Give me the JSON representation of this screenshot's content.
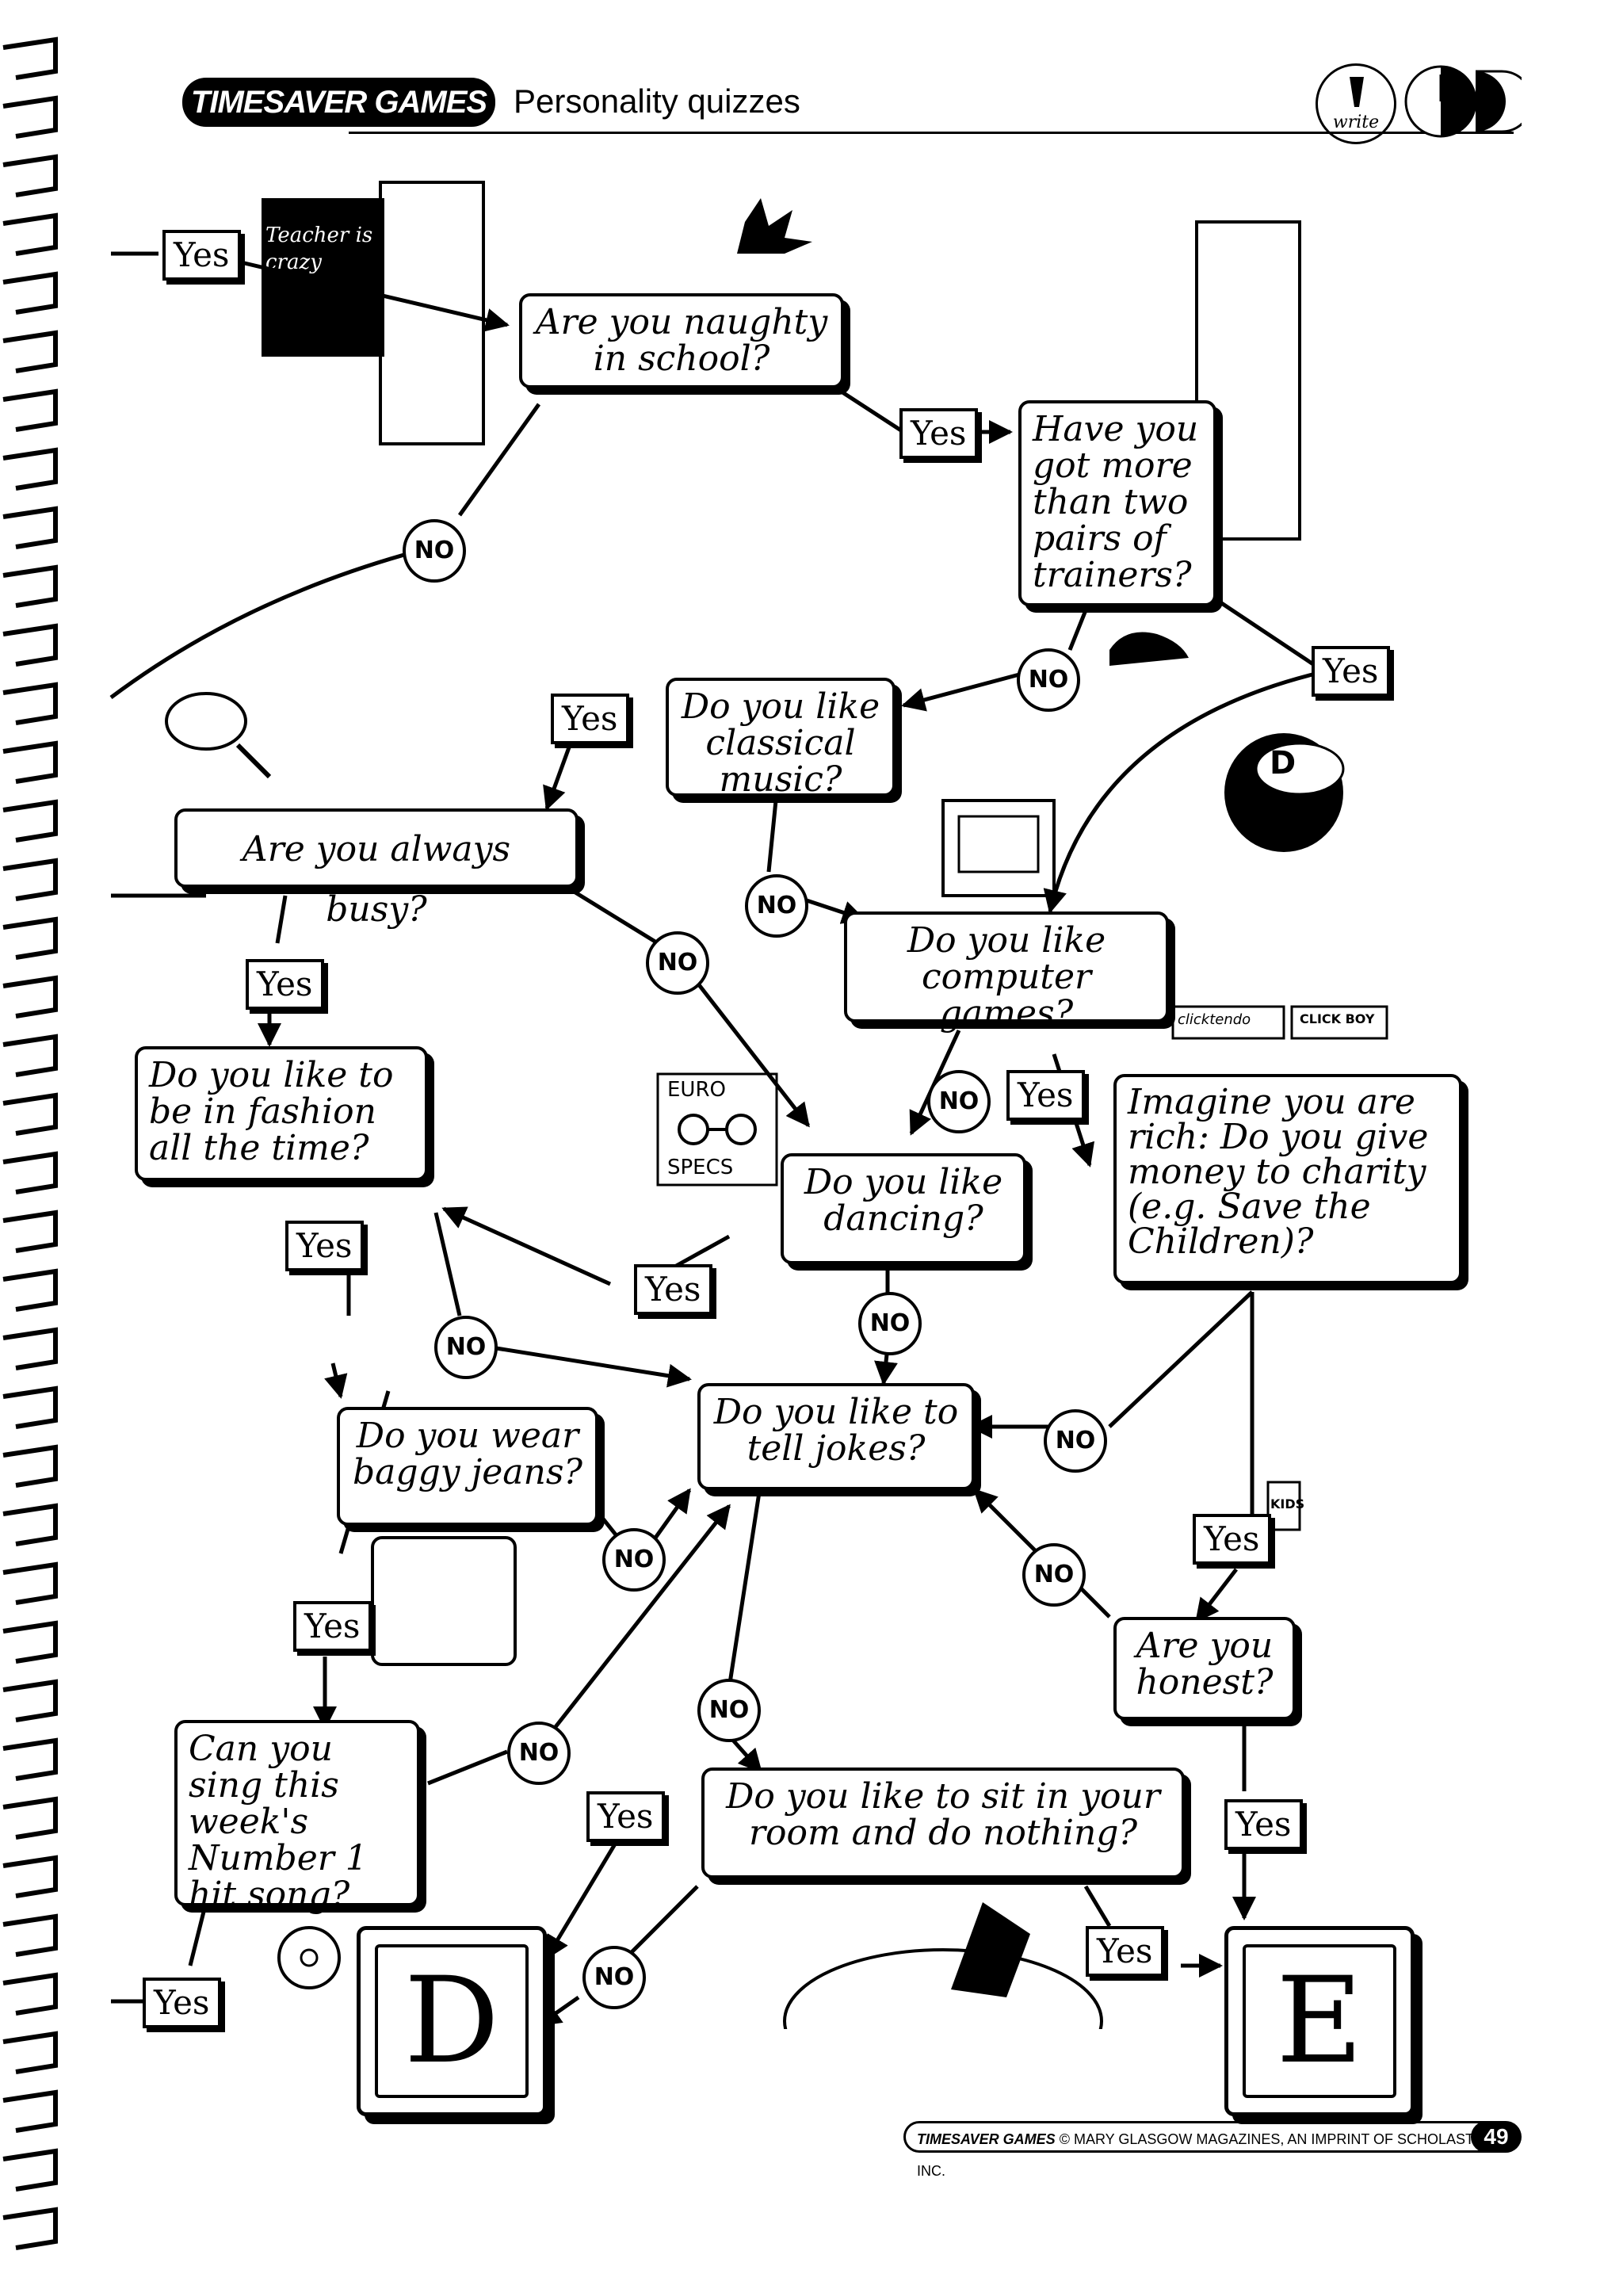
{
  "header": {
    "series": "TIMESAVER GAMES",
    "title": "Personality quizzes",
    "skill_badge": "write"
  },
  "questions": {
    "q1": "Are you naughty in school?",
    "q2": "Have you got more than two pairs of trainers?",
    "q3": "Do you like classical music?",
    "q4": "Are you always busy?",
    "q5": "Do you like computer games?",
    "q6": "Do you like to be in fashion all the time?",
    "q7": "Imagine you are rich: Do you give money to charity (e.g. Save the Children)?",
    "q8": "Do you like dancing?",
    "q9": "Do you wear baggy jeans?",
    "q10": "Do you like to tell jokes?",
    "q11": "Are you honest?",
    "q12": "Can you sing this week's Number 1 hit song?",
    "q13": "Do you like to sit in your room and do nothing?"
  },
  "answers": {
    "yes": "Yes",
    "no": "NO"
  },
  "results": {
    "d": "D",
    "e": "E"
  },
  "illustration_text": {
    "blackboard": "Teacher is crazy",
    "glasses_sign_top": "EURO",
    "glasses_sign_bottom": "SPECS",
    "game_box_1": "clicktendo",
    "game_box_2": "CLICK BOY",
    "cap_letter": "D",
    "can_label": "KIDS"
  },
  "footer": {
    "brand": "TIMESAVER GAMES",
    "copyright": "© MARY GLASGOW MAGAZINES, AN IMPRINT OF SCHOLASTIC INC.",
    "page": "49"
  }
}
